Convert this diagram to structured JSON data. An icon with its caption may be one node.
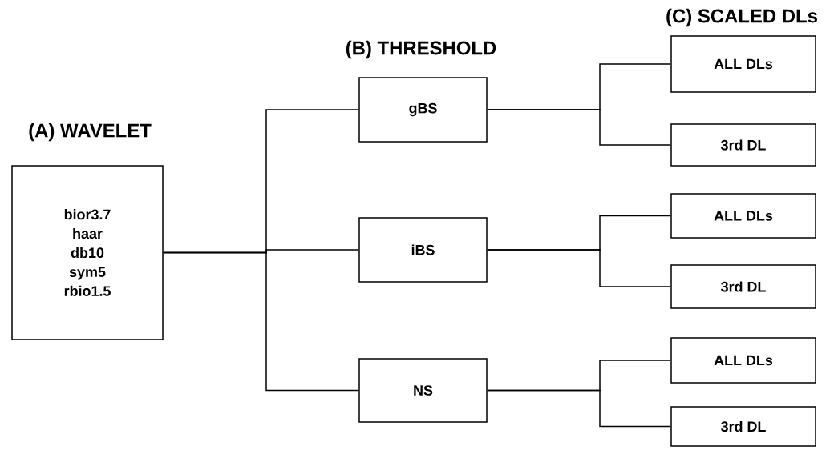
{
  "diagram": {
    "nodes": [
      {
        "text": [
          "bior3.7",
          "haar",
          "db10",
          "sym5",
          "rbio1.5"
        ]
      },
      {
        "text": [
          "gBS"
        ]
      },
      {
        "text": [
          "iBS"
        ]
      },
      {
        "text": [
          "NS"
        ]
      },
      {
        "text": [
          "ALL DLs"
        ]
      },
      {
        "text": [
          "3rd DL"
        ]
      },
      {
        "text": [
          "ALL DLs"
        ]
      },
      {
        "text": [
          "3rd DL"
        ]
      },
      {
        "text": [
          "ALL DLs"
        ]
      },
      {
        "text": [
          "3rd DL"
        ]
      }
    ],
    "edges": [
      {
        "from": 0,
        "to": 1,
        "arrow": "none"
      },
      {
        "from": 0,
        "to": 2,
        "arrow": "none"
      },
      {
        "from": 0,
        "to": 3,
        "arrow": "none"
      },
      {
        "from": 1,
        "to": 4,
        "arrow": "none"
      },
      {
        "from": 1,
        "to": 5,
        "arrow": "none"
      },
      {
        "from": 2,
        "to": 6,
        "arrow": "none"
      },
      {
        "from": 2,
        "to": 7,
        "arrow": "none"
      },
      {
        "from": 3,
        "to": 8,
        "arrow": "none"
      },
      {
        "from": 3,
        "to": 9,
        "arrow": "none"
      }
    ],
    "labels": [
      "(C) SCALED DLs",
      "(B) THRESHOLD",
      "(A) WAVELET"
    ]
  }
}
